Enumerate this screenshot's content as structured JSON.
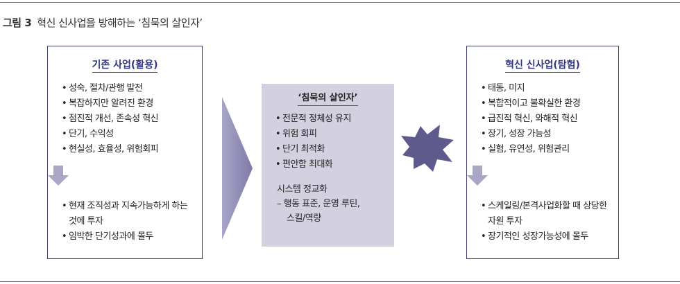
{
  "figure": {
    "label": "그림 3",
    "title": "혁신 신사업을 방해하는 ‘침묵의 살인자’"
  },
  "left": {
    "title": "기존 사업(활용)",
    "items": [
      "성숙, 절차/관행 발전",
      "복잡하지만 알려진 환경",
      "점진적 개선, 존속성 혁신",
      "단기, 수익성",
      "현실성, 효율성, 위험회피"
    ],
    "outcomes": [
      "현재 조직성과 지속가능하게 하는 것에 투자",
      "임박한 단기성과에 몰두"
    ]
  },
  "middle": {
    "title": "‘침묵의 살인자’",
    "items": [
      "전문적 정체성 유지",
      "위험 회피",
      "단기 최적화",
      "편안함 최대화"
    ],
    "system_title": "시스템 정교화",
    "system_line1": "– 행동 표준, 운영 루틴,",
    "system_line2": "스킬/역량"
  },
  "right": {
    "title": "혁신 신사업(탐험)",
    "items": [
      "태동, 미지",
      "복합적이고 불확실한 환경",
      "급진적 혁신, 와해적 혁신",
      "장기, 성장 가능성",
      "실험, 유연성, 위험관리"
    ],
    "outcomes": [
      "스케일링/본격사업화할 때 상당한 자원 투자",
      "장기적인 성장가능성에 몰두"
    ]
  },
  "colors": {
    "navy": "#2f3580",
    "arrow": "#a9a6c6",
    "box": "#d3d0e0",
    "burst": "#5f5a8c"
  }
}
